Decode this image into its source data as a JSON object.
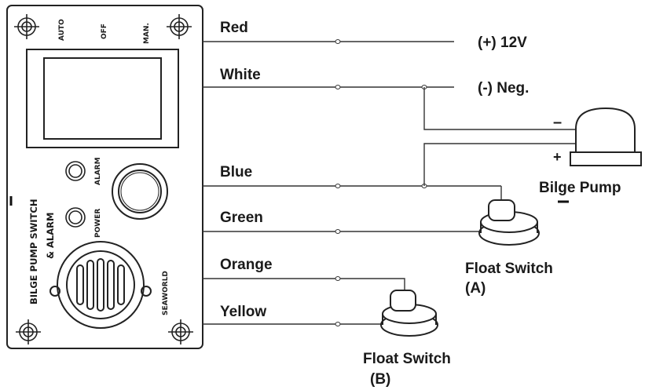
{
  "panel": {
    "switch_labels": {
      "auto": "AUTO",
      "off": "OFF",
      "man": "MAN."
    },
    "alarm_led_label": "ALARM",
    "power_led_label": "POWER",
    "title_line1": "BILGE PUMP SWITCH",
    "title_line2": "& ALARM",
    "brand": "SEAWORLD"
  },
  "wires": {
    "red": "Red",
    "white": "White",
    "blue": "Blue",
    "green": "Green",
    "orange": "Orange",
    "yellow": "Yellow"
  },
  "terminals": {
    "positive": "(+) 12V",
    "negative": "(-) Neg."
  },
  "pump": {
    "minus_sign": "–",
    "plus_sign": "+",
    "label": "Bilge Pump"
  },
  "float_switch_a": {
    "label": "Float Switch",
    "tag": "(A)"
  },
  "float_switch_b": {
    "label": "Float Switch",
    "tag": "(B)"
  }
}
